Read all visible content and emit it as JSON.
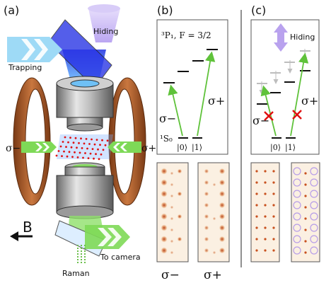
{
  "panels": {
    "a": {
      "label": "(a)"
    },
    "b": {
      "label": "(b)"
    },
    "c": {
      "label": "(c)"
    }
  },
  "panel_a": {
    "hiding": "Hiding",
    "trapping": "Trapping",
    "sigma_minus": "σ−",
    "sigma_plus": "σ+",
    "b_field": "B",
    "to_camera": "To camera",
    "raman": "Raman"
  },
  "panel_b": {
    "excited_level": "³P₁, F = 3/2",
    "ground_level": "¹S₀",
    "ket0": "|0⟩",
    "ket1": "|1⟩",
    "sigma_minus": "σ−",
    "sigma_plus": "σ+",
    "image_caption_left": "σ−",
    "image_caption_right": "σ+"
  },
  "panel_c": {
    "hiding": "Hiding",
    "ket0": "|0⟩",
    "ket1": "|1⟩",
    "sigma_minus": "σ−",
    "sigma_plus": "σ+"
  },
  "colors": {
    "green_arrow": "#5fc23a",
    "ring_brown": "#b06030",
    "blue_beam": "#2233dd",
    "violet_beam": "#b9a2ee",
    "light_blue": "#68c5f0",
    "red_mark": "#e01010",
    "panel_bg": "#fbf0e2",
    "spot": "#c8501e",
    "hidden_circle": "#b79ee8"
  },
  "icons": [
    "arrow-icon",
    "cross-mark-icon",
    "circle-icon"
  ]
}
